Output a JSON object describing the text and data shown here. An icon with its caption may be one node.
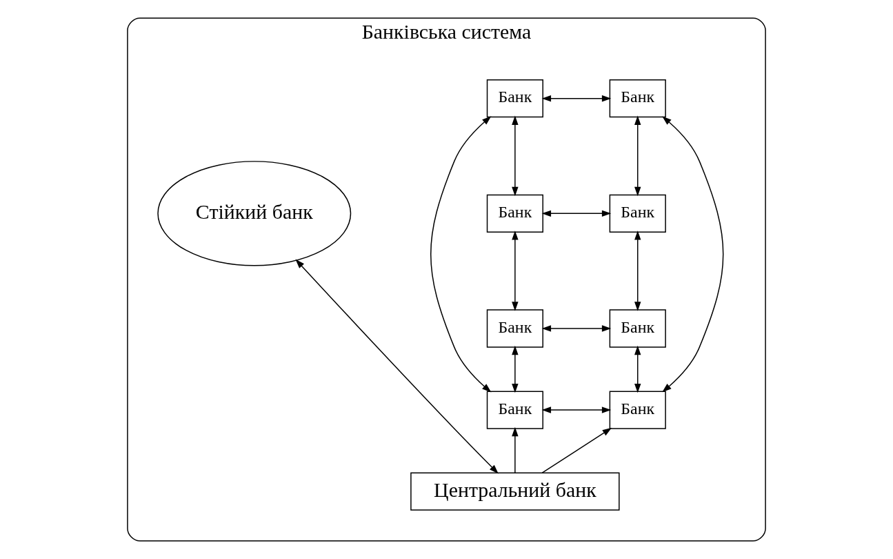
{
  "diagram": {
    "nodes": [
      {
        "text": [
          "Банківська система"
        ]
      },
      {
        "text": [
          "Банк"
        ],
        "in": 0
      },
      {
        "text": [
          "Банк"
        ],
        "in": 0
      },
      {
        "text": [
          "Банк"
        ],
        "in": 0
      },
      {
        "text": [
          "Банк"
        ],
        "in": 0
      },
      {
        "text": [
          "Банк"
        ],
        "in": 0
      },
      {
        "text": [
          "Банк"
        ],
        "in": 0
      },
      {
        "text": [
          "Банк"
        ],
        "in": 0
      },
      {
        "text": [
          "Банк"
        ],
        "in": 0
      },
      {
        "text": [
          "Стійкий банк"
        ],
        "in": 0
      },
      {
        "text": [
          "Центральний банк"
        ],
        "in": 0
      }
    ],
    "edges": [
      {
        "from": 1,
        "to": 2,
        "arrow": "both"
      },
      {
        "from": 1,
        "to": 3,
        "arrow": "both"
      },
      {
        "from": 2,
        "to": 4,
        "arrow": "both"
      },
      {
        "from": 3,
        "to": 4,
        "arrow": "both"
      },
      {
        "from": 3,
        "to": 5,
        "arrow": "both"
      },
      {
        "from": 4,
        "to": 6,
        "arrow": "both"
      },
      {
        "from": 5,
        "to": 6,
        "arrow": "both"
      },
      {
        "from": 5,
        "to": 7,
        "arrow": "both"
      },
      {
        "from": 6,
        "to": 8,
        "arrow": "both"
      },
      {
        "from": 7,
        "to": 8,
        "arrow": "both"
      },
      {
        "from": 1,
        "to": 7,
        "arrow": "both"
      },
      {
        "from": 2,
        "to": 8,
        "arrow": "both"
      },
      {
        "from": 10,
        "to": 9,
        "arrow": "both"
      },
      {
        "from": 10,
        "to": 7,
        "arrow": "to"
      },
      {
        "from": 10,
        "to": 8,
        "arrow": "to"
      }
    ]
  }
}
